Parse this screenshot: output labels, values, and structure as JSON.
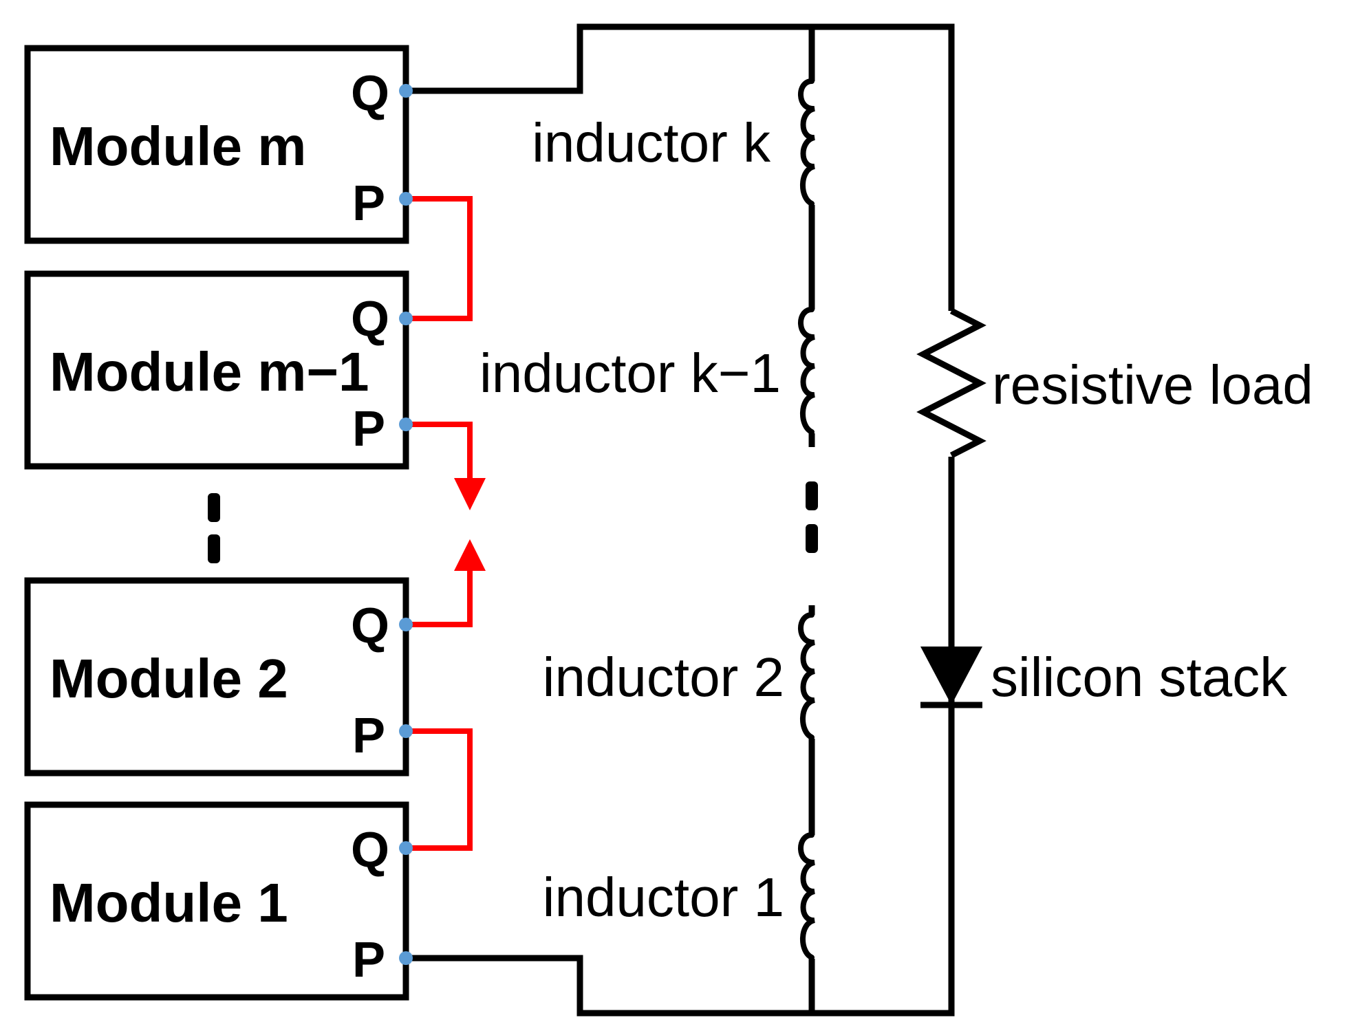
{
  "modules": [
    {
      "label": "Module m",
      "port_top": "Q",
      "port_bottom": "P"
    },
    {
      "label": "Module m−1",
      "port_top": "Q",
      "port_bottom": "P"
    },
    {
      "label": "Module 2",
      "port_top": "Q",
      "port_bottom": "P"
    },
    {
      "label": "Module 1",
      "port_top": "Q",
      "port_bottom": "P"
    }
  ],
  "inductors": [
    {
      "label": "inductor k"
    },
    {
      "label": "inductor k−1"
    },
    {
      "label": "inductor 2"
    },
    {
      "label": "inductor 1"
    }
  ],
  "load": {
    "label": "resistive load"
  },
  "diode": {
    "label": "silicon stack"
  },
  "colors": {
    "wire": "#000000",
    "link": "#ff0000",
    "terminal": "#5b9bd5"
  }
}
